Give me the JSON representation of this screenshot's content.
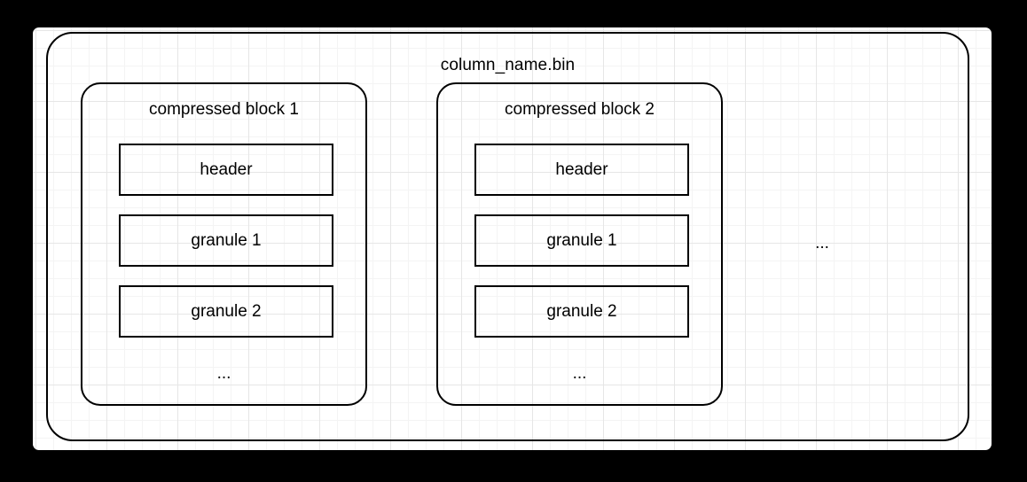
{
  "diagram": {
    "type": "nested-container-diagram",
    "file": {
      "title": "column_name.bin",
      "trailing_ellipsis": "..."
    },
    "blocks": [
      {
        "title": "compressed block 1",
        "segments": [
          {
            "label": "header"
          },
          {
            "label": "granule 1"
          },
          {
            "label": "granule 2"
          }
        ],
        "ellipsis": "..."
      },
      {
        "title": "compressed block 2",
        "segments": [
          {
            "label": "header"
          },
          {
            "label": "granule 1"
          },
          {
            "label": "granule 2"
          }
        ],
        "ellipsis": "..."
      }
    ],
    "colors": {
      "stroke": "#000000",
      "canvas": "#ffffff",
      "page_background": "#000000",
      "grid_minor": "#f4f4f4",
      "grid_major": "#e6e6e6"
    }
  }
}
